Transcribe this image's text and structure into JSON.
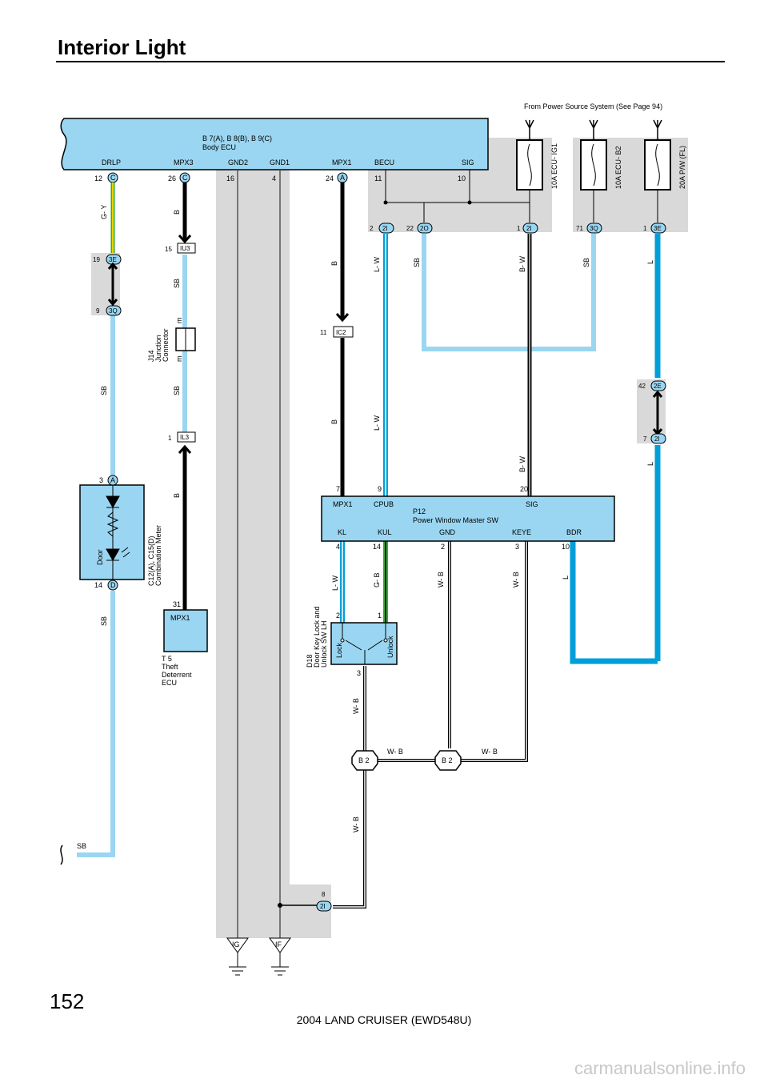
{
  "title": "Interior Light",
  "page_number": "152",
  "footer": "2004 LAND CRUISER (EWD548U)",
  "watermark": "carmanualsonline.info",
  "power_source_note": "From Power Source System (See Page 94)",
  "colors": {
    "wire_sb": "#9ad6f2",
    "wire_l": "#009fd8",
    "wire_black": "#000000",
    "wire_green": "#3aa935",
    "wire_yellow": "#e8d400",
    "shade": "#d9d9d9",
    "box_fill": "#9ad6f2"
  },
  "body_ecu": {
    "name_line1": "B 7(A), B 8(B), B 9(C)",
    "name_line2": "Body ECU",
    "terminals": [
      "DRLP",
      "MPX3",
      "GND2",
      "GND1",
      "MPX1",
      "BECU",
      "SIG"
    ],
    "pins": [
      "12",
      "26",
      "16",
      "4",
      "24",
      "11",
      "10"
    ],
    "pin_letters": [
      "C",
      "C",
      "A"
    ]
  },
  "fuses": [
    "10A ECU- IG1",
    "10A ECU- B2",
    "20A P/W (FL)"
  ],
  "connectors": [
    {
      "pin": "2",
      "id": "2I"
    },
    {
      "pin": "22",
      "id": "2O"
    },
    {
      "pin": "1",
      "id": "2I"
    },
    {
      "pin": "71",
      "id": "3Q"
    },
    {
      "pin": "1",
      "id": "3E"
    },
    {
      "pin": "19",
      "id": "3E"
    },
    {
      "pin": "9",
      "id": "3Q"
    },
    {
      "pin": "15",
      "id": "IU3"
    },
    {
      "pin": "11",
      "id": "IC2"
    },
    {
      "pin": "1",
      "id": "IL3"
    },
    {
      "pin": "42",
      "id": "2E"
    },
    {
      "pin": "7",
      "id": "2I"
    },
    {
      "pin": "8",
      "id": "2I"
    }
  ],
  "wire_labels": {
    "gy": "G- Y",
    "sb": "SB",
    "b": "B",
    "lw": "L- W",
    "bw": "B- W",
    "l": "L",
    "gb": "G- B",
    "wb": "W- B"
  },
  "junction": {
    "line1": "J14",
    "line2": "Junction",
    "line3": "Connector",
    "pin": "m"
  },
  "meter": {
    "name_line1": "C12(A), C15(D)",
    "name_line2": "Combination Meter",
    "door": "Door",
    "pin_top": "3",
    "letter_top": "A",
    "pin_bottom": "14",
    "letter_bottom": "D"
  },
  "theft_ecu": {
    "pin": "31",
    "terminal": "MPX1",
    "line1": "T 5",
    "line2": "Theft",
    "line3": "Deterrent",
    "line4": "ECU"
  },
  "pwm_sw": {
    "line1": "P12",
    "line2": "Power Window Master SW",
    "top_terminals": [
      "MPX1",
      "CPUB",
      "SIG"
    ],
    "top_pins": [
      "7",
      "9",
      "20"
    ],
    "bottom_terminals": [
      "KL",
      "KUL",
      "GND",
      "KEYE",
      "BDR"
    ],
    "bottom_pins": [
      "4",
      "14",
      "2",
      "3",
      "10"
    ]
  },
  "door_key_sw": {
    "line1": "D18",
    "line2": "Door Key Lock and",
    "line3": "Unlock SW LH",
    "lock": "Lock",
    "unlock": "Unlock",
    "pins": [
      "2",
      "1",
      "3"
    ]
  },
  "splices": [
    "B 2",
    "B 2"
  ],
  "grounds": [
    "IG",
    "IF"
  ]
}
